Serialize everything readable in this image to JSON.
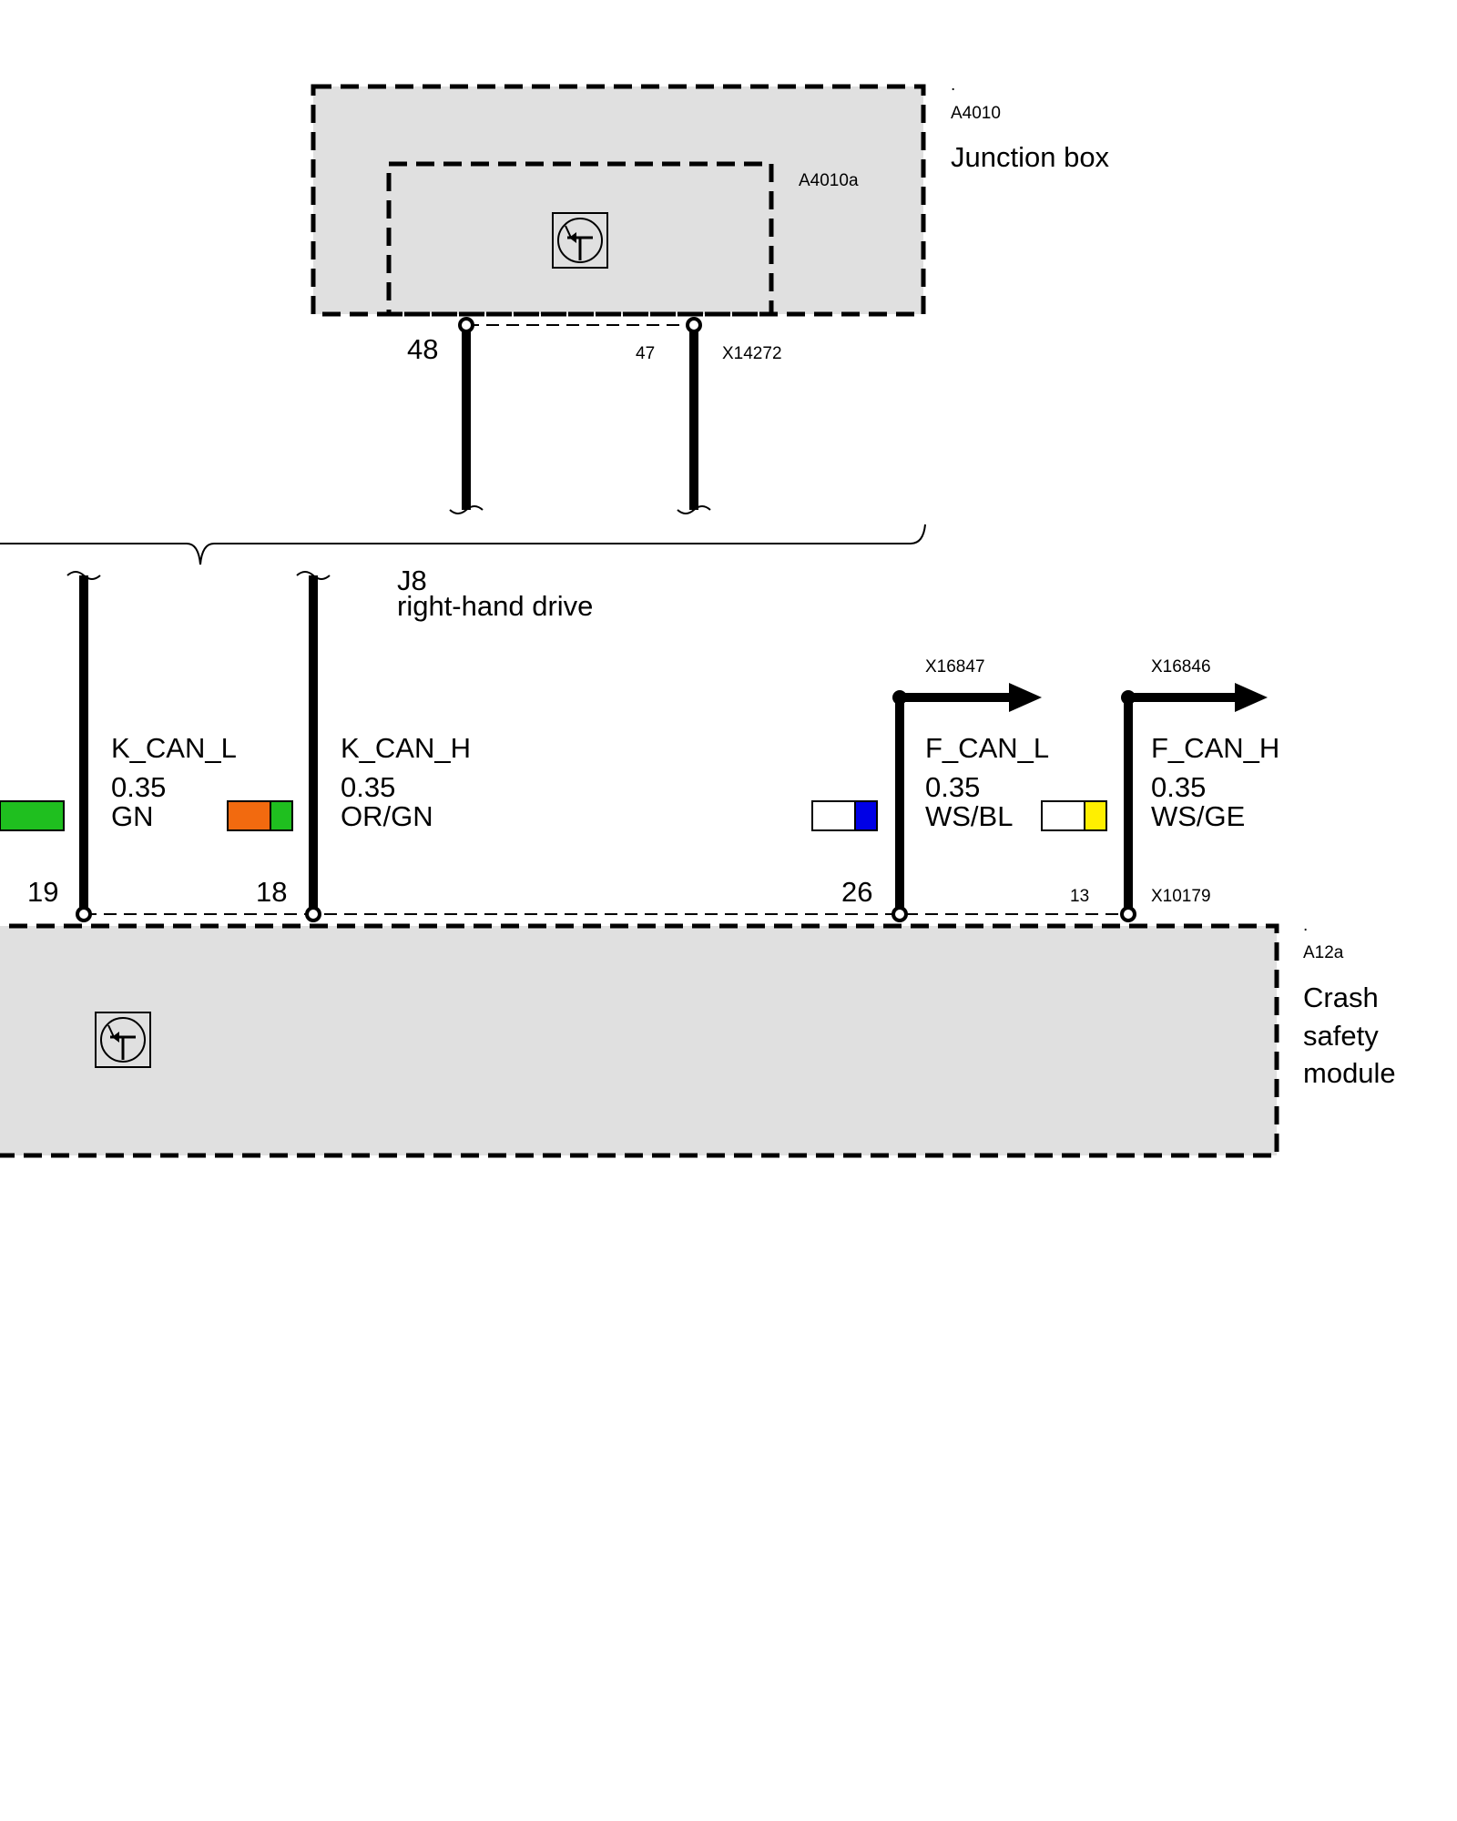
{
  "components": {
    "junction_box": {
      "dot": ".",
      "id": "A4010",
      "name": "Junction box",
      "sub_id": "A4010a",
      "connector": "X14272",
      "pins": [
        "48",
        "47"
      ]
    },
    "crash_module": {
      "dot": ".",
      "id": "A12a",
      "name_lines": [
        "Crash",
        "safety",
        "module"
      ],
      "connector": "X10179",
      "pins": [
        "19",
        "18",
        "26",
        "13"
      ]
    }
  },
  "variant": {
    "code": "J8",
    "label": "right-hand drive"
  },
  "wires": [
    {
      "signal": "K_CAN_L",
      "gauge": "0.35",
      "color_code": "GN",
      "colors": [
        "#1fbf1f"
      ]
    },
    {
      "signal": "K_CAN_H",
      "gauge": "0.35",
      "color_code": "OR/GN",
      "colors": [
        "#f26a0f",
        "#1fbf1f"
      ]
    },
    {
      "signal": "F_CAN_L",
      "gauge": "0.35",
      "color_code": "WS/BL",
      "colors": [
        "#ffffff",
        "#0000e6"
      ],
      "connector": "X16847"
    },
    {
      "signal": "F_CAN_H",
      "gauge": "0.35",
      "color_code": "WS/GE",
      "colors": [
        "#ffffff",
        "#ffef00"
      ],
      "connector": "X16846"
    }
  ],
  "icons": {
    "module_symbol": "transistor-icon"
  }
}
